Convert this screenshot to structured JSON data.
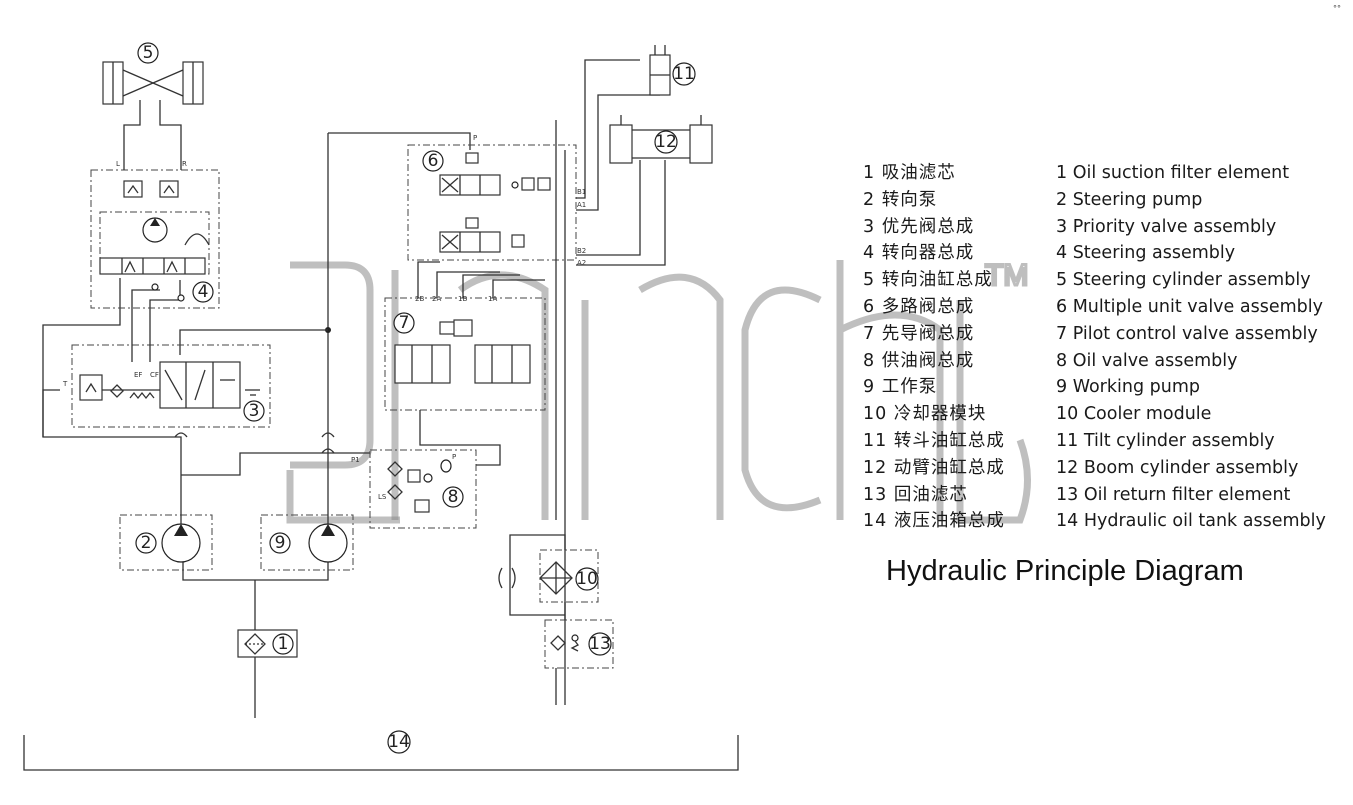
{
  "title": "Hydraulic Principle Diagram",
  "corner_mark": "°°",
  "watermark": "gjnch™",
  "legend_cn": [
    "1 吸油滤芯",
    "2 转向泵",
    "3 优先阀总成",
    "4 转向器总成",
    "5 转向油缸总成",
    "6 多路阀总成",
    "7 先导阀总成",
    "8 供油阀总成",
    "9 工作泵",
    "10 冷却器模块",
    "11 转斗油缸总成",
    "12 动臂油缸总成",
    "13 回油滤芯",
    "14 液压油箱总成"
  ],
  "legend_en": [
    "1 Oil suction filter element",
    "2 Steering pump",
    "3 Priority valve assembly",
    "4 Steering assembly",
    "5 Steering cylinder assembly",
    "6 Multiple unit valve assembly",
    "7 Pilot control valve assembly",
    "8 Oil valve assembly",
    "9 Working pump",
    "10 Cooler module",
    "11 Tilt cylinder assembly",
    "12 Boom cylinder assembly",
    "13 Oil return filter element",
    "14 Hydraulic oil tank assembly"
  ],
  "callouts": {
    "c1": "1",
    "c2": "2",
    "c3": "3",
    "c4": "4",
    "c5": "5",
    "c6": "6",
    "c7": "7",
    "c8": "8",
    "c9": "9",
    "c10": "10",
    "c11": "11",
    "c12": "12",
    "c13": "13",
    "c14": "14"
  },
  "port_labels": {
    "L": "L",
    "R": "R",
    "T": "T",
    "P": "P",
    "P1": "P1",
    "B1": "B1",
    "A1": "A1",
    "B2": "B2",
    "A2": "A2",
    "LS": "LS",
    "EF": "EF",
    "CF": "CF"
  }
}
